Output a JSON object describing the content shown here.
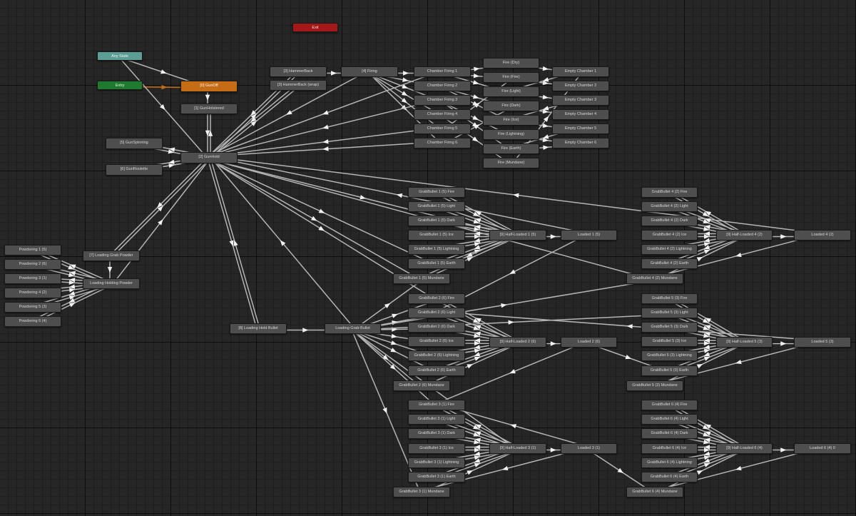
{
  "nodes": [
    {
      "id": "exit",
      "label": "Exit",
      "type": "exit"
    },
    {
      "id": "any_state",
      "label": "Any State",
      "type": "any"
    },
    {
      "id": "entry",
      "label": "Entry",
      "type": "entry"
    },
    {
      "id": "gunoff",
      "label": "[0] GunOff",
      "type": "default"
    },
    {
      "id": "gunholstered",
      "label": "[1] GunHolstered",
      "type": "state"
    },
    {
      "id": "gunhold",
      "label": "[2] GunHold",
      "type": "state"
    },
    {
      "id": "gunspinning",
      "label": "[5] GunSpinning",
      "type": "state"
    },
    {
      "id": "gunroulette",
      "label": "[6] GunRoulette",
      "type": "state"
    },
    {
      "id": "hammerback",
      "label": "[3] HammerBack",
      "type": "state"
    },
    {
      "id": "hammerback_wrap",
      "label": "[3] HammerBack (wrap)",
      "type": "state"
    },
    {
      "id": "firing",
      "label": "[4] Firing",
      "type": "state"
    },
    {
      "id": "cf1",
      "label": "Chamber Firing 1",
      "type": "state"
    },
    {
      "id": "cf2",
      "label": "Chamber Firing 2",
      "type": "state"
    },
    {
      "id": "cf3",
      "label": "Chamber Firing 3",
      "type": "state"
    },
    {
      "id": "cf4",
      "label": "Chamber Firing 4",
      "type": "state"
    },
    {
      "id": "cf5",
      "label": "Chamber Firing 5",
      "type": "state"
    },
    {
      "id": "cf6",
      "label": "Chamber Firing 6",
      "type": "state"
    },
    {
      "id": "fire_dry",
      "label": "Fire (Dry)",
      "type": "state"
    },
    {
      "id": "fire_fire",
      "label": "Fire (Fire)",
      "type": "state"
    },
    {
      "id": "fire_light",
      "label": "Fire (Light)",
      "type": "state"
    },
    {
      "id": "fire_dark",
      "label": "Fire (Dark)",
      "type": "state"
    },
    {
      "id": "fire_ice",
      "label": "Fire (Ice)",
      "type": "state"
    },
    {
      "id": "fire_lightning",
      "label": "Fire (Lightning)",
      "type": "state"
    },
    {
      "id": "fire_earth",
      "label": "Fire (Earth)",
      "type": "state"
    },
    {
      "id": "fire_mundane",
      "label": "Fire (Mundane)",
      "type": "state"
    },
    {
      "id": "ec1",
      "label": "Empty Chamber 1",
      "type": "state"
    },
    {
      "id": "ec2",
      "label": "Empty Chamber 2",
      "type": "state"
    },
    {
      "id": "ec3",
      "label": "Empty Chamber 3",
      "type": "state"
    },
    {
      "id": "ec4",
      "label": "Empty Chamber 4",
      "type": "state"
    },
    {
      "id": "ec5",
      "label": "Empty Chamber 5",
      "type": "state"
    },
    {
      "id": "ec6",
      "label": "Empty Chamber 6",
      "type": "state"
    },
    {
      "id": "pw1",
      "label": "Powdering 1 (5)",
      "type": "state"
    },
    {
      "id": "pw2",
      "label": "Powdering 2 (6)",
      "type": "state"
    },
    {
      "id": "pw3",
      "label": "Powdering 3 (1)",
      "type": "state"
    },
    {
      "id": "pw4",
      "label": "Powdering 4 (2)",
      "type": "state"
    },
    {
      "id": "pw5",
      "label": "Powdering 5 (3)",
      "type": "state"
    },
    {
      "id": "pw6",
      "label": "Powdering 6 (4)",
      "type": "state"
    },
    {
      "id": "lgp",
      "label": "[7] Loading Grab Powder",
      "type": "state"
    },
    {
      "id": "lhp",
      "label": "Loading Holding Powder",
      "type": "state"
    },
    {
      "id": "lhb",
      "label": "[8] Loading Hold Bullet",
      "type": "state"
    },
    {
      "id": "lgb",
      "label": "Loading Grab Bullet",
      "type": "state"
    },
    {
      "id": "g1_fire",
      "label": "GrabBullet 1 (5) Fire",
      "type": "state"
    },
    {
      "id": "g1_light",
      "label": "GrabBullet 1 (5) Light",
      "type": "state"
    },
    {
      "id": "g1_dark",
      "label": "GrabBullet 1 (5) Dark",
      "type": "state"
    },
    {
      "id": "g1_ice",
      "label": "GrabBullet 1 (5) Ice",
      "type": "state"
    },
    {
      "id": "g1_lightning",
      "label": "GrabBullet 1 (5) Lightning",
      "type": "state"
    },
    {
      "id": "g1_earth",
      "label": "GrabBullet 1 (5) Earth",
      "type": "state"
    },
    {
      "id": "g1_mundane",
      "label": "GrabBullet 1 (5) Mundane",
      "type": "state"
    },
    {
      "id": "hl1",
      "label": "[9] Half-Loaded 1 (5)",
      "type": "state"
    },
    {
      "id": "ld1",
      "label": "Loaded 1 (5)",
      "type": "state"
    },
    {
      "id": "g2_fire",
      "label": "GrabBullet 2 (6) Fire",
      "type": "state"
    },
    {
      "id": "g2_light",
      "label": "GrabBullet 2 (6) Light",
      "type": "state"
    },
    {
      "id": "g2_dark",
      "label": "GrabBullet 2 (6) Dark",
      "type": "state"
    },
    {
      "id": "g2_ice",
      "label": "GrabBullet 2 (6) Ice",
      "type": "state"
    },
    {
      "id": "g2_lightning",
      "label": "GrabBullet 2 (6) Lightning",
      "type": "state"
    },
    {
      "id": "g2_earth",
      "label": "GrabBullet 2 (6) Earth",
      "type": "state"
    },
    {
      "id": "g2_mundane",
      "label": "GrabBullet 2 (6) Mundane",
      "type": "state"
    },
    {
      "id": "hl2",
      "label": "[9] Half-Loaded 2 (6)",
      "type": "state"
    },
    {
      "id": "ld2",
      "label": "Loaded 2 (6)",
      "type": "state"
    },
    {
      "id": "g3_fire",
      "label": "GrabBullet 3 (1) Fire",
      "type": "state"
    },
    {
      "id": "g3_light",
      "label": "GrabBullet 3 (1) Light",
      "type": "state"
    },
    {
      "id": "g3_dark",
      "label": "GrabBullet 3 (1) Dark",
      "type": "state"
    },
    {
      "id": "g3_ice",
      "label": "GrabBullet 3 (1) Ice",
      "type": "state"
    },
    {
      "id": "g3_lightning",
      "label": "GrabBullet 3 (1) Lightning",
      "type": "state"
    },
    {
      "id": "g3_earth",
      "label": "GrabBullet 3 (1) Earth",
      "type": "state"
    },
    {
      "id": "g3_mundane",
      "label": "GrabBullet 3 (1) Mundane",
      "type": "state"
    },
    {
      "id": "hl3",
      "label": "[9] Half-Loaded 3 (1)",
      "type": "state"
    },
    {
      "id": "ld3",
      "label": "Loaded 3 (1)",
      "type": "state"
    },
    {
      "id": "g4_fire",
      "label": "GrabBullet 4 (2) Fire",
      "type": "state"
    },
    {
      "id": "g4_light",
      "label": "GrabBullet 4 (2) Light",
      "type": "state"
    },
    {
      "id": "g4_dark",
      "label": "GrabBullet 4 (2) Dark",
      "type": "state"
    },
    {
      "id": "g4_ice",
      "label": "GrabBullet 4 (2) Ice",
      "type": "state"
    },
    {
      "id": "g4_lightning",
      "label": "GrabBullet 4 (2) Lightning",
      "type": "state"
    },
    {
      "id": "g4_earth",
      "label": "GrabBullet 4 (2) Earth",
      "type": "state"
    },
    {
      "id": "g4_mundane",
      "label": "GrabBullet 4 (2) Mundane",
      "type": "state"
    },
    {
      "id": "hl4",
      "label": "[9] Half-Loaded 4 (2)",
      "type": "state"
    },
    {
      "id": "ld4",
      "label": "Loaded 4 (2)",
      "type": "state"
    },
    {
      "id": "g5_fire",
      "label": "GrabBullet 5 (3) Fire",
      "type": "state"
    },
    {
      "id": "g5_light",
      "label": "GrabBullet 5 (3) Light",
      "type": "state"
    },
    {
      "id": "g5_dark",
      "label": "GrabBullet 5 (3) Dark",
      "type": "state"
    },
    {
      "id": "g5_ice",
      "label": "GrabBullet 5 (3) Ice",
      "type": "state"
    },
    {
      "id": "g5_lightning",
      "label": "GrabBullet 5 (3) Lightning",
      "type": "state"
    },
    {
      "id": "g5_earth",
      "label": "GrabBullet 5 (3) Earth",
      "type": "state"
    },
    {
      "id": "g5_mundane",
      "label": "GrabBullet 5 (3) Mundane",
      "type": "state"
    },
    {
      "id": "hl5",
      "label": "[9] Half-Loaded 5 (3)",
      "type": "state"
    },
    {
      "id": "ld5",
      "label": "Loaded 5 (3)",
      "type": "state"
    },
    {
      "id": "g6_fire",
      "label": "GrabBullet 6 (4) Fire",
      "type": "state"
    },
    {
      "id": "g6_light",
      "label": "GrabBullet 6 (4) Light",
      "type": "state"
    },
    {
      "id": "g6_dark",
      "label": "GrabBullet 6 (4) Dark",
      "type": "state"
    },
    {
      "id": "g6_ice",
      "label": "GrabBullet 6 (4) Ice",
      "type": "state"
    },
    {
      "id": "g6_lightning",
      "label": "GrabBullet 6 (4) Lightning",
      "type": "state"
    },
    {
      "id": "g6_earth",
      "label": "GrabBullet 6 (4) Earth",
      "type": "state"
    },
    {
      "id": "g6_mundane",
      "label": "GrabBullet 6 (4) Mundane",
      "type": "state"
    },
    {
      "id": "hl6",
      "label": "[9] Half-Loaded 6 (4)",
      "type": "state"
    },
    {
      "id": "ld6",
      "label": "Loaded 6 (4) 0",
      "type": "state"
    }
  ],
  "edges": [
    [
      "entry",
      "gunoff"
    ],
    [
      "any_state",
      "gunoff"
    ],
    [
      "any_state",
      "gunhold"
    ],
    [
      "gunoff",
      "gunholstered"
    ],
    [
      "gunholstered",
      "gunhold"
    ],
    [
      "gunhold",
      "gunholstered"
    ],
    [
      "gunhold",
      "gunspinning"
    ],
    [
      "gunspinning",
      "gunhold"
    ],
    [
      "gunhold",
      "gunroulette"
    ],
    [
      "gunroulette",
      "gunhold"
    ],
    [
      "gunhold",
      "hammerback"
    ],
    [
      "hammerback",
      "gunhold"
    ],
    [
      "gunhold",
      "hammerback_wrap"
    ],
    [
      "hammerback_wrap",
      "gunhold"
    ],
    [
      "hammerback",
      "firing"
    ],
    [
      "firing",
      "gunhold"
    ],
    [
      "firing",
      "cf1"
    ],
    [
      "firing",
      "cf2"
    ],
    [
      "firing",
      "cf3"
    ],
    [
      "firing",
      "cf4"
    ],
    [
      "firing",
      "cf5"
    ],
    [
      "firing",
      "cf6"
    ],
    [
      "cf1",
      "gunhold"
    ],
    [
      "cf3",
      "gunhold"
    ],
    [
      "cf5",
      "gunhold"
    ],
    [
      "cf6",
      "gunhold"
    ],
    [
      "cf1",
      "fire_dry"
    ],
    [
      "cf1",
      "fire_fire"
    ],
    [
      "cf1",
      "fire_light"
    ],
    [
      "cf2",
      "fire_dark"
    ],
    [
      "cf2",
      "fire_ice"
    ],
    [
      "cf3",
      "fire_lightning"
    ],
    [
      "cf3",
      "fire_earth"
    ],
    [
      "cf4",
      "fire_mundane"
    ],
    [
      "cf5",
      "fire_fire"
    ],
    [
      "cf6",
      "fire_dark"
    ],
    [
      "fire_dry",
      "ec1"
    ],
    [
      "fire_fire",
      "ec2"
    ],
    [
      "fire_light",
      "ec3"
    ],
    [
      "fire_dark",
      "ec4"
    ],
    [
      "fire_ice",
      "ec5"
    ],
    [
      "fire_lightning",
      "ec6"
    ],
    [
      "fire_earth",
      "ec6"
    ],
    [
      "fire_mundane",
      "ec1"
    ],
    [
      "ec1",
      "fire_light"
    ],
    [
      "ec3",
      "fire_ice"
    ],
    [
      "ec5",
      "fire_earth"
    ],
    [
      "gunhold",
      "lgp"
    ],
    [
      "lgp",
      "gunhold"
    ],
    [
      "lgp",
      "lhp"
    ],
    [
      "lhp",
      "gunhold"
    ],
    [
      "pw1",
      "lhp"
    ],
    [
      "pw2",
      "lhp"
    ],
    [
      "pw3",
      "lhp"
    ],
    [
      "pw4",
      "lhp"
    ],
    [
      "pw5",
      "lhp"
    ],
    [
      "pw6",
      "lhp"
    ],
    [
      "lhp",
      "pw1"
    ],
    [
      "lhp",
      "pw2"
    ],
    [
      "lhp",
      "pw3"
    ],
    [
      "lhp",
      "pw4"
    ],
    [
      "lhp",
      "pw5"
    ],
    [
      "lhp",
      "pw6"
    ],
    [
      "gunhold",
      "lhb"
    ],
    [
      "lhb",
      "gunhold"
    ],
    [
      "lhb",
      "lgb"
    ],
    [
      "lgb",
      "gunhold"
    ],
    [
      "gunhold",
      "g1_mundane"
    ],
    [
      "gunhold",
      "g1_earth"
    ],
    [
      "gunhold",
      "hl1"
    ],
    [
      "ld1",
      "gunhold"
    ],
    [
      "ld4",
      "gunhold"
    ],
    [
      "gunhold",
      "g4_mundane"
    ],
    [
      "gunhold",
      "g2_fire"
    ],
    [
      "lgb",
      "g2_fire"
    ],
    [
      "lgb",
      "g2_light"
    ],
    [
      "lgb",
      "g2_dark"
    ],
    [
      "lgb",
      "g2_ice"
    ],
    [
      "lgb",
      "g2_lightning"
    ],
    [
      "lgb",
      "g2_earth"
    ],
    [
      "lgb",
      "g2_mundane"
    ],
    [
      "lgb",
      "g3_fire"
    ],
    [
      "lgb",
      "g3_mundane"
    ],
    [
      "lgb",
      "g1_mundane"
    ],
    [
      "lgb",
      "g5_light"
    ],
    [
      "lgb",
      "hl3"
    ],
    [
      "lgb",
      "g4_mundane"
    ],
    [
      "g1_fire",
      "hl1"
    ],
    [
      "g1_light",
      "hl1"
    ],
    [
      "g1_dark",
      "hl1"
    ],
    [
      "g1_ice",
      "hl1"
    ],
    [
      "g1_lightning",
      "hl1"
    ],
    [
      "g1_earth",
      "hl1"
    ],
    [
      "g1_mundane",
      "hl1"
    ],
    [
      "hl1",
      "g1_fire"
    ],
    [
      "hl1",
      "g1_light"
    ],
    [
      "hl1",
      "g1_dark"
    ],
    [
      "hl1",
      "g1_ice"
    ],
    [
      "hl1",
      "g1_lightning"
    ],
    [
      "hl1",
      "g1_earth"
    ],
    [
      "hl1",
      "ld1"
    ],
    [
      "g2_fire",
      "hl2"
    ],
    [
      "g2_light",
      "hl2"
    ],
    [
      "g2_dark",
      "hl2"
    ],
    [
      "g2_ice",
      "hl2"
    ],
    [
      "g2_lightning",
      "hl2"
    ],
    [
      "g2_earth",
      "hl2"
    ],
    [
      "g2_mundane",
      "hl2"
    ],
    [
      "hl2",
      "g2_fire"
    ],
    [
      "hl2",
      "g2_light"
    ],
    [
      "hl2",
      "g2_dark"
    ],
    [
      "hl2",
      "g2_ice"
    ],
    [
      "hl2",
      "g2_lightning"
    ],
    [
      "hl2",
      "g2_earth"
    ],
    [
      "hl2",
      "ld2"
    ],
    [
      "g3_fire",
      "hl3"
    ],
    [
      "g3_light",
      "hl3"
    ],
    [
      "g3_dark",
      "hl3"
    ],
    [
      "g3_ice",
      "hl3"
    ],
    [
      "g3_lightning",
      "hl3"
    ],
    [
      "g3_earth",
      "hl3"
    ],
    [
      "g3_mundane",
      "hl3"
    ],
    [
      "hl3",
      "g3_fire"
    ],
    [
      "hl3",
      "g3_light"
    ],
    [
      "hl3",
      "g3_dark"
    ],
    [
      "hl3",
      "g3_ice"
    ],
    [
      "hl3",
      "g3_lightning"
    ],
    [
      "hl3",
      "g3_earth"
    ],
    [
      "hl3",
      "ld3"
    ],
    [
      "g4_fire",
      "hl4"
    ],
    [
      "g4_light",
      "hl4"
    ],
    [
      "g4_dark",
      "hl4"
    ],
    [
      "g4_ice",
      "hl4"
    ],
    [
      "g4_lightning",
      "hl4"
    ],
    [
      "g4_earth",
      "hl4"
    ],
    [
      "g4_mundane",
      "hl4"
    ],
    [
      "hl4",
      "g4_fire"
    ],
    [
      "hl4",
      "g4_light"
    ],
    [
      "hl4",
      "g4_dark"
    ],
    [
      "hl4",
      "g4_ice"
    ],
    [
      "hl4",
      "g4_lightning"
    ],
    [
      "hl4",
      "g4_earth"
    ],
    [
      "hl4",
      "ld4"
    ],
    [
      "g5_fire",
      "hl5"
    ],
    [
      "g5_light",
      "hl5"
    ],
    [
      "g5_dark",
      "hl5"
    ],
    [
      "g5_ice",
      "hl5"
    ],
    [
      "g5_lightning",
      "hl5"
    ],
    [
      "g5_earth",
      "hl5"
    ],
    [
      "g5_mundane",
      "hl5"
    ],
    [
      "hl5",
      "g5_fire"
    ],
    [
      "hl5",
      "g5_light"
    ],
    [
      "hl5",
      "g5_dark"
    ],
    [
      "hl5",
      "g5_ice"
    ],
    [
      "hl5",
      "g5_lightning"
    ],
    [
      "hl5",
      "g5_earth"
    ],
    [
      "hl5",
      "ld5"
    ],
    [
      "g6_fire",
      "hl6"
    ],
    [
      "g6_light",
      "hl6"
    ],
    [
      "g6_dark",
      "hl6"
    ],
    [
      "g6_ice",
      "hl6"
    ],
    [
      "g6_lightning",
      "hl6"
    ],
    [
      "g6_earth",
      "hl6"
    ],
    [
      "g6_mundane",
      "hl6"
    ],
    [
      "hl6",
      "g6_fire"
    ],
    [
      "hl6",
      "g6_light"
    ],
    [
      "hl6",
      "g6_dark"
    ],
    [
      "hl6",
      "g6_ice"
    ],
    [
      "hl6",
      "g6_lightning"
    ],
    [
      "hl6",
      "g6_earth"
    ],
    [
      "hl6",
      "ld6"
    ],
    [
      "ld1",
      "g2_light"
    ],
    [
      "ld2",
      "g3_fire"
    ],
    [
      "ld2",
      "g5_earth"
    ],
    [
      "ld3",
      "g3_mundane"
    ],
    [
      "ld3",
      "g6_mundane"
    ],
    [
      "ld5",
      "g5_mundane"
    ],
    [
      "ld5",
      "g2_light"
    ],
    [
      "ld4",
      "g4_mundane"
    ],
    [
      "ld6",
      "g6_mundane"
    ],
    [
      "hl1",
      "g1_mundane"
    ],
    [
      "ld3",
      "g3_fire"
    ]
  ]
}
